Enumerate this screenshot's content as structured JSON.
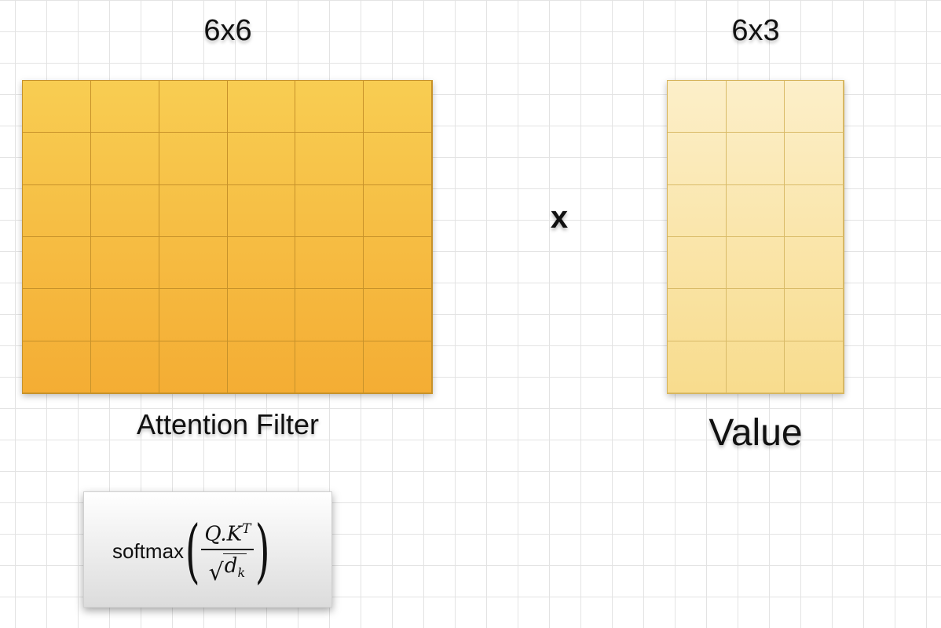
{
  "attention": {
    "dims": "6x6",
    "caption": "Attention Filter",
    "rows": 6,
    "cols": 6
  },
  "value": {
    "dims": "6x3",
    "caption": "Value",
    "rows": 6,
    "cols": 3
  },
  "operator": "x",
  "formula": {
    "function": "softmax",
    "numerator_base": "Q.K",
    "numerator_sup": "T",
    "radical": "√",
    "denominator_base": "d",
    "denominator_sub": "k"
  },
  "colors": {
    "attention_top": "#f8cd52",
    "attention_bottom": "#f4ad34",
    "value_top": "#fcefc9",
    "value_bottom": "#f8dc8d"
  }
}
